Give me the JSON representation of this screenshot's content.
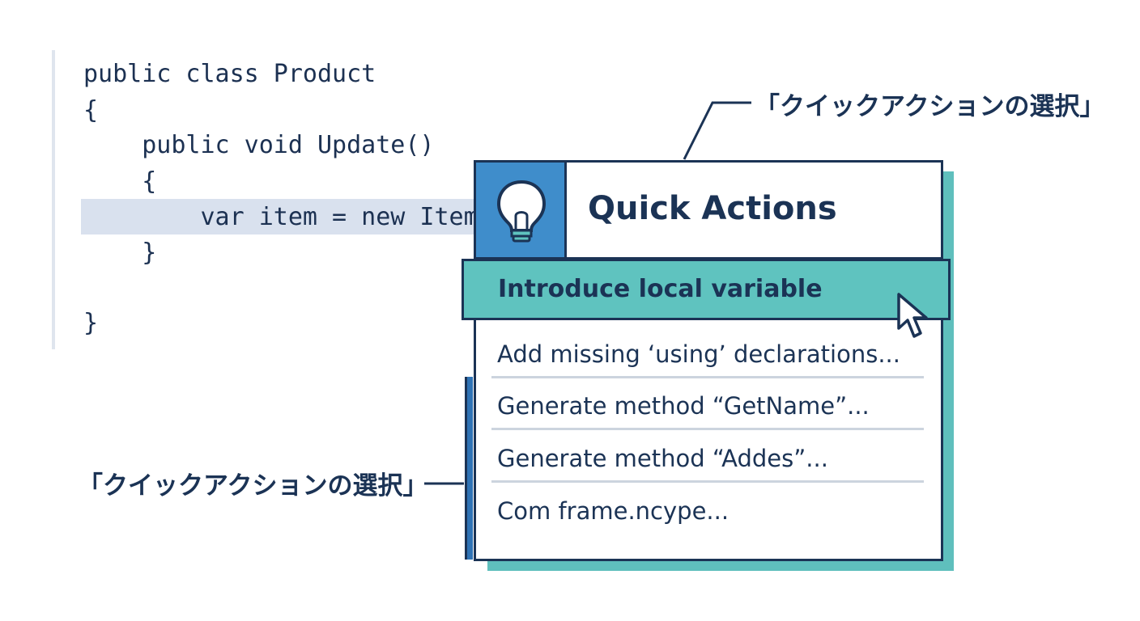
{
  "editor": {
    "lines": [
      "public class Product",
      "{",
      "    public void Update()",
      "    {",
      "        var item = new Item",
      "    }",
      "",
      "}"
    ]
  },
  "quick_actions": {
    "title": "Quick Actions",
    "icon": "lightbulb-icon",
    "selected_item": "Introduce local variable",
    "items": [
      "Add missing ‘using’ declarations...",
      "Generate method “GetName”...",
      "Generate method “Addes”...",
      "Com frame.ncype..."
    ]
  },
  "callouts": {
    "top": "「クイックアクションの選択」",
    "left": "「クイックアクションの選択」"
  },
  "colors": {
    "navy": "#1b3355",
    "blue": "#3f8dcb",
    "teal": "#5fc3bf",
    "highlight": "#d9e1ee"
  }
}
